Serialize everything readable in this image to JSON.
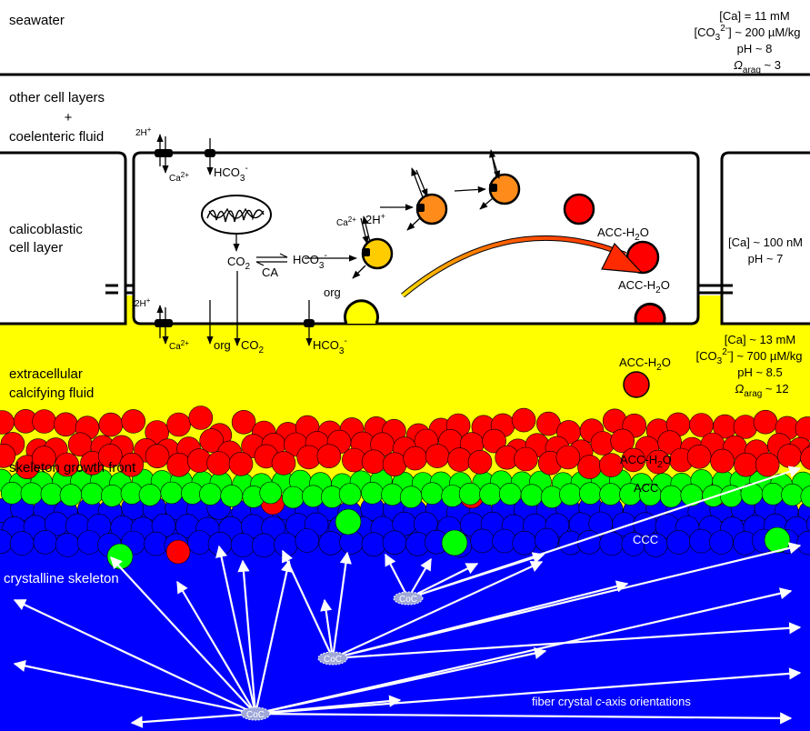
{
  "regions": {
    "seawater": "seawater",
    "other_cells_1": "other cell layers",
    "other_cells_plus": "+",
    "other_cells_2": "coelenteric fluid",
    "calico_1": "calicoblastic",
    "calico_2": "cell layer",
    "ecf_1": "extracellular",
    "ecf_2": "calcifying fluid",
    "growth_front": "skeleton growth front",
    "crystalline": "crystalline skeleton",
    "fiber": "fiber crystal c-axis orientations"
  },
  "seawater_chem": {
    "ca": "[Ca] = 11 mM",
    "co3_prefix": "[CO",
    "co3_sub": "3",
    "co3_sup": "2-",
    "co3_suffix": "] ~ 200 µM/kg",
    "ph": "pH ~ 8",
    "omega": "Ω",
    "omega_sub": "arag",
    "omega_val": " ~ 3"
  },
  "cell_chem": {
    "ca": "[Ca] ~ 100 nM",
    "ph": "pH ~ 7"
  },
  "ecf_chem": {
    "ca": "[Ca] ~ 13 mM",
    "co3_prefix": "[CO",
    "co3_sub": "3",
    "co3_sup": "2-",
    "co3_suffix": "] ~ 700 µM/kg",
    "ph": "pH ~ 8.5",
    "omega": "Ω",
    "omega_sub": "arag",
    "omega_val": " ~ 12"
  },
  "species": {
    "h": "2H",
    "h_sup": "+",
    "ca": "Ca",
    "ca_sup": "2+",
    "hco3": "HCO",
    "hco3_sub": "3",
    "hco3_sup": "-",
    "co2": "CO",
    "co2_sub": "2",
    "ca_enzyme": "CA",
    "org": "org",
    "acc_h2o": "ACC-H",
    "acc_h2o_sub": "2",
    "acc_h2o_end": "O",
    "acc": "ACC",
    "ccc": "CCC",
    "coc": "CoC"
  },
  "colors": {
    "seawater": "#ffffff",
    "ecf": "#ffff00",
    "acc_h2o": "#ff0000",
    "acc": "#00ff00",
    "ccc": "#0000ff",
    "skeleton": "#0000ff",
    "vesicle_early": "#ffcc00",
    "vesicle_late": "#ff8c00",
    "arrow": "#ffffff"
  }
}
